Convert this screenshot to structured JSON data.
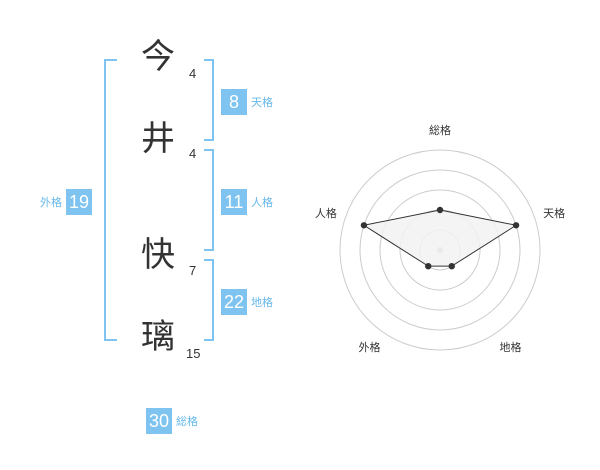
{
  "name_chars": [
    {
      "char": "今",
      "strokes": "4"
    },
    {
      "char": "井",
      "strokes": "4"
    },
    {
      "char": "快",
      "strokes": "7"
    },
    {
      "char": "璃",
      "strokes": "15"
    }
  ],
  "fortunes": {
    "tenkaku": {
      "label": "天格",
      "value": "8"
    },
    "jinkaku": {
      "label": "人格",
      "value": "11"
    },
    "chikaku": {
      "label": "地格",
      "value": "22"
    },
    "gaikaku": {
      "label": "外格",
      "value": "19"
    },
    "soukaku": {
      "label": "総格",
      "value": "30"
    }
  },
  "chart_data": {
    "type": "radar",
    "axes": [
      "総格",
      "天格",
      "地格",
      "外格",
      "人格"
    ],
    "values": [
      2,
      4,
      1,
      1,
      4
    ],
    "range": [
      0,
      5
    ],
    "rings": 5,
    "colors": {
      "fill": "#f2f2f2",
      "line": "#333333",
      "ring": "#cccccc",
      "center": "#bbbbbb"
    }
  },
  "colors": {
    "accent": "#7fc4f0",
    "accent_text": "#66b8ea"
  }
}
